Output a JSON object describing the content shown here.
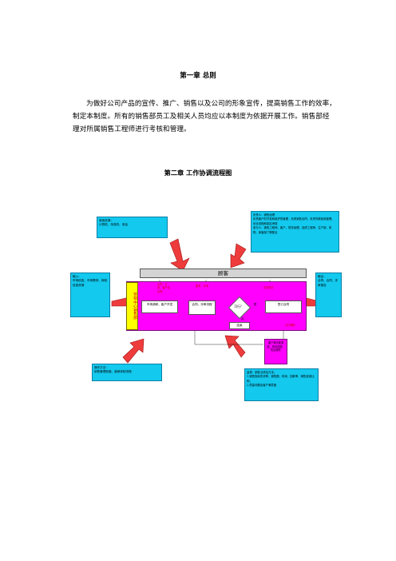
{
  "chapter1": {
    "title": "第一章  总则",
    "body": "为做好公司产品的宣传、推广、销售以及公司的形象宣传，提高销售工作的效率，制定本制度。所有的销售部员工及相关人员均应以本制度为依据开展工作。销售部经理对所属销售工程师进行考核和管理。"
  },
  "chapter2": {
    "title": "第二章  工作协调流程图"
  },
  "flow": {
    "top_left": {
      "title": "使用资源：",
      "text": "计算机、传真机、电话"
    },
    "top_right": {
      "line1": "负责人：销售经理",
      "line2": "负责客户的开发和维护的管理，负责销售合同、负责货款回收管理、优化流程和制定考核",
      "line3": "参与人：销售工程师、客户、财务经理、品质工程师、生产部、采购、库管部门等配合"
    },
    "left": {
      "title": "输入：",
      "text": "市场信息、市场需求、网络信息资源"
    },
    "right": {
      "title": "输出：",
      "text": "合同、合同、评审报告"
    },
    "bottom_left": {
      "title": "操作方法：",
      "text": "销售管理制度、营销体制流程"
    },
    "bottom_right": {
      "line1": "监视：销售业绩及方法；",
      "line2": "1.销售指标完成率、销售额、利润、回款率、销售费用比例；",
      "line3": "2.质量问题及客户满意度"
    },
    "customer": "顾客",
    "dept": "营销中心销售部",
    "step1": "市场调研、客户开发",
    "step2": "合同、评审流程",
    "decision": "可行？",
    "step3": "签订合同",
    "reject": "结束",
    "label_info": "合同、订单、客户信息等",
    "label_req": "要求、评审",
    "label_contract": "合同签订",
    "label_yes": "是",
    "label_no": "否",
    "label_delivery": "交付跟踪",
    "bottom_box": "客户满意度调查、投诉处理、售后服务"
  }
}
